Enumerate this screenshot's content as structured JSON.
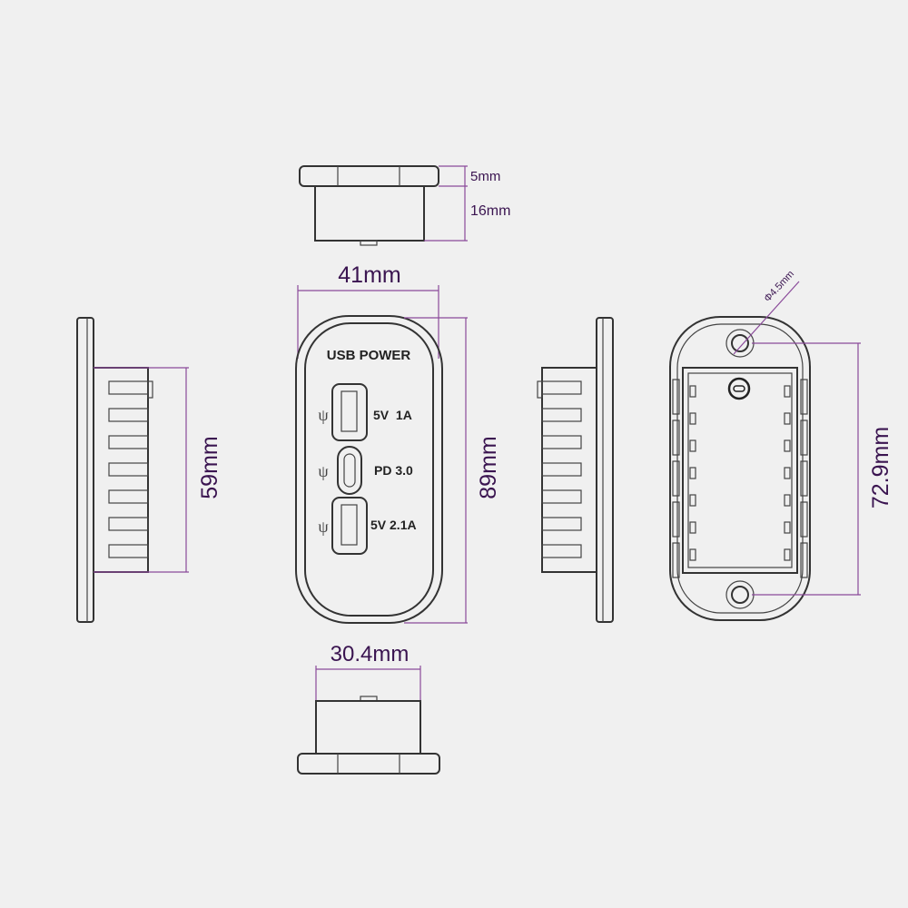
{
  "title": "USB power socket dimension drawing",
  "panel": {
    "heading": "USB POWER",
    "ports": [
      {
        "type": "USB-A",
        "label": "5V  1A",
        "icon": "usb-icon"
      },
      {
        "type": "USB-C",
        "label": "PD 3.0",
        "icon": "usb-icon"
      },
      {
        "type": "USB-A",
        "label": "5V 2.1A",
        "icon": "usb-icon"
      }
    ]
  },
  "dimensions": {
    "flange_thickness": "5mm",
    "body_depth": "16mm",
    "width": "41mm",
    "height": "89mm",
    "body_height": "59mm",
    "body_width": "30.4mm",
    "hole_spacing": "72.9mm",
    "hole_diameter": "Φ4.5mm"
  },
  "colors": {
    "background": "#f0f0f0",
    "line": "#333333",
    "dimension": "#8a4a9a",
    "dimension_text": "#3a1450"
  }
}
